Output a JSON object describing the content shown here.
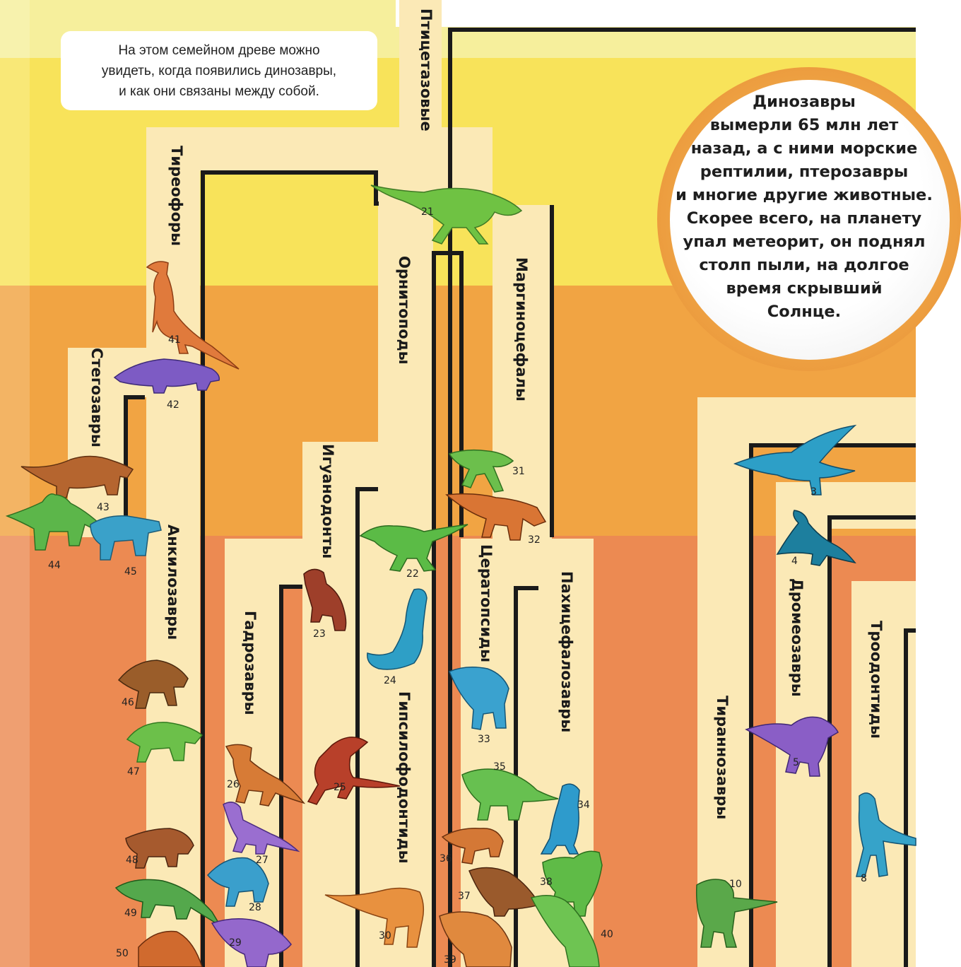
{
  "colors": {
    "band_top": "#f6ef9c",
    "band_yellow": "#f8e35a",
    "band_orange": "#f1a443",
    "band_red": "#ec8a52",
    "strip_light": "#fbe9b6",
    "line": "#1a1a1a"
  },
  "intro_text": "На этом семейном древе можно\nувидеть, когда появились динозавры,\nи как они связаны между собой.",
  "extinction_text": "Динозавры\nвымерли 65 млн лет\nназад, а с ними морские\nрептилии, птерозавры\nи многие другие животные.\nСкорее всего, на планету\nупал метеорит, он поднял\nстолп пыли, на долгое\nвремя скрывший\nСолнце.",
  "groups": {
    "ptitsetazovye": "Птицетазовые",
    "tireofory": "Тиреофоры",
    "ornitopody": "Орнитоподы",
    "marginotsefaly": "Маргиноцефалы",
    "stegozavry": "Стегозавры",
    "iguanodonty": "Игуанодонты",
    "ankilozavry": "Анкилозавры",
    "gadrozavry": "Гадрозавры",
    "tseratopsidy": "Цератопсиды",
    "pakhitsefalozavry": "Пахицефалозавры",
    "gipsilofodontidy": "Гипсилофодонтиды",
    "tirannozavry": "Тираннозавры",
    "dromeozavry": "Дромеозавры",
    "troodontidy": "Троодонтиды"
  },
  "numbers": {
    "n3": "3",
    "n4": "4",
    "n5": "5",
    "n8": "8",
    "n10": "10",
    "n21": "21",
    "n22": "22",
    "n23": "23",
    "n24": "24",
    "n25": "25",
    "n26": "26",
    "n27": "27",
    "n28": "28",
    "n29": "29",
    "n30": "30",
    "n31": "31",
    "n32": "32",
    "n33": "33",
    "n34": "34",
    "n35": "35",
    "n36": "36",
    "n37": "37",
    "n38": "38",
    "n39": "39",
    "n40": "40",
    "n41": "41",
    "n42": "42",
    "n43": "43",
    "n44": "44",
    "n45": "45",
    "n46": "46",
    "n47": "47",
    "n48": "48",
    "n49": "49",
    "n50": "50"
  }
}
